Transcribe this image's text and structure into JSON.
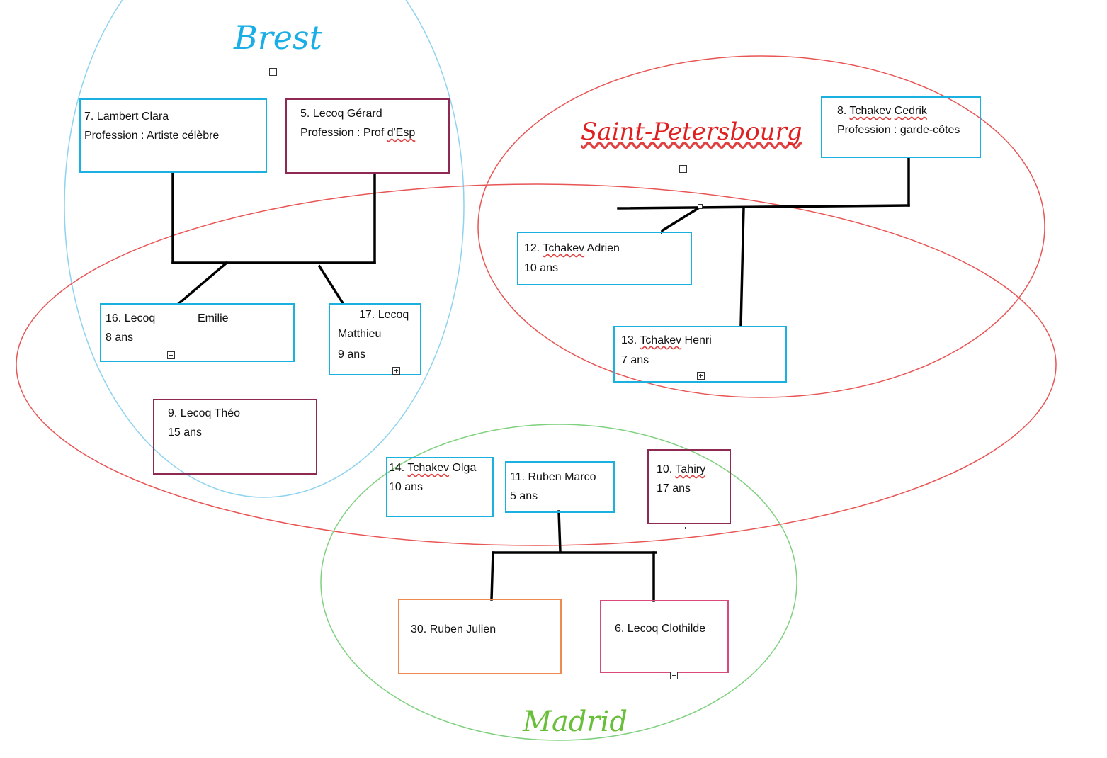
{
  "regions": {
    "brest": {
      "label": "Brest",
      "color": "#1aaee6"
    },
    "saint_petersbourg": {
      "label": "Saint-Petersbourg",
      "color": "#e02020"
    },
    "madrid": {
      "label": "Madrid",
      "color": "#6abf3a"
    }
  },
  "ellipse_colors": {
    "brest": "#8fd3ef",
    "large": "#e85555",
    "saint_petersbourg": "#e85555",
    "madrid": "#7fd07f"
  },
  "persons": {
    "p7": {
      "line1": "7. Lambert Clara",
      "line2": "Profession : Artiste célèbre"
    },
    "p5": {
      "line1": "5. Lecoq Gérard",
      "line2_a": "Profession : Prof ",
      "line2_b": "d'Esp"
    },
    "p8": {
      "line1_a": "8. ",
      "line1_b": "Tchakev",
      "line1_c": " ",
      "line1_d": "Cedrik",
      "line2": "Profession : garde-côtes"
    },
    "p12": {
      "line1_a": "12. ",
      "line1_b": "Tchakev",
      "line1_c": " Adrien",
      "line2": "10 ans"
    },
    "p13": {
      "line1_a": "13. ",
      "line1_b": "Tchakev",
      "line1_c": " Henri",
      "line2": "7 ans"
    },
    "p16": {
      "line1_a": "16. Lecoq",
      "line1_b": "Emilie",
      "line2": "8 ans"
    },
    "p17": {
      "line1": "17. Lecoq",
      "line2": "Matthieu",
      "line3": "9 ans"
    },
    "p9": {
      "line1": "9. Lecoq Théo",
      "line2": "15 ans"
    },
    "p14": {
      "line1_a": "14. ",
      "line1_b": "Tchakev",
      "line1_c": " Olga",
      "line2": "10 ans"
    },
    "p11": {
      "line1": "11. Ruben Marco",
      "line2": "5 ans"
    },
    "p10": {
      "line1_a": "10. ",
      "line1_b": "Tahiry",
      "line2": "17 ans"
    },
    "p30": {
      "line1": "30. Ruben Julien"
    },
    "p6": {
      "line1": "6. Lecoq Clothilde"
    }
  },
  "colors": {
    "connector": "#000000",
    "cyan_box": "#1ab0e0",
    "plum_box": "#8e2a52",
    "orange_box": "#ee8a50",
    "pink_box": "#d84a7c"
  }
}
